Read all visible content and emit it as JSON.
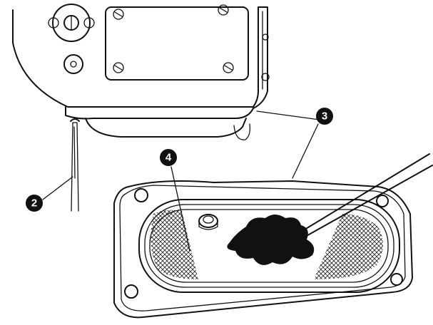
{
  "callouts": {
    "two": "2",
    "three": "3",
    "four": "4"
  },
  "colors": {
    "ink": "#111111",
    "paper": "#ffffff"
  }
}
